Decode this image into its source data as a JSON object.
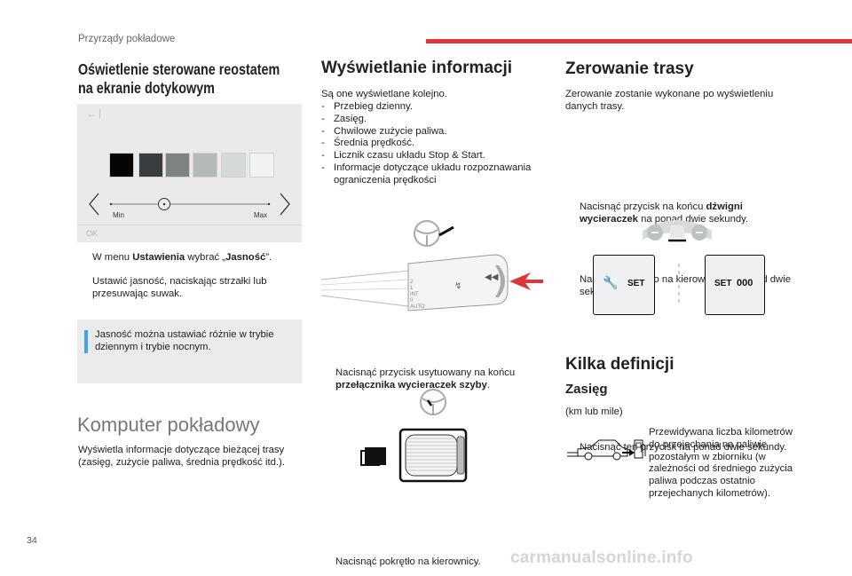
{
  "header": {
    "section": "Przyrządy pokładowe",
    "page_number": "34"
  },
  "col1": {
    "title_line1": "Oświetlenie sterowane reostatem",
    "title_line2": "na ekranie dotykowym",
    "screen": {
      "back_label": "←",
      "min_label": "Min",
      "max_label": "Max",
      "ok_label": "OK"
    },
    "bullets": [
      {
        "pre": "W menu ",
        "bold": "Ustawienia",
        "post": " wybrać „",
        "bold2": "Jasność",
        "post2": "”."
      },
      {
        "text": "Ustawić jasność, naciskając strzałki lub przesuwając suwak."
      }
    ],
    "note": "Jasność można ustawiać różnie w trybie dziennym i trybie nocnym.",
    "computer_title": "Komputer pokładowy",
    "computer_text": "Wyświetla informacje dotyczące bieżącej trasy (zasięg, zużycie paliwa, średnia prędkość itd.)."
  },
  "col2": {
    "title": "Wyświetlanie informacji",
    "intro": "Są one wyświetlane kolejno.",
    "items": [
      "Przebieg dzienny.",
      "Zasięg.",
      "Chwilowe zużycie paliwa.",
      "Średnia prędkość.",
      "Licznik czasu układu Stop & Start.",
      "Informacje dotyczące układu rozpoznawania ograniczenia prędkości"
    ],
    "bullet1_pre": "Nacisnąć przycisk usytuowany na końcu ",
    "bullet1_bold": "przełącznika wycieraczek szyby",
    "bullet1_post": ".",
    "bullet2": "Nacisnąć pokrętło na kierownicy."
  },
  "col3": {
    "title": "Zerowanie trasy",
    "intro": "Zerowanie zostanie wykonane po wyświetleniu danych trasy.",
    "bullet1_pre": "Nacisnąć przycisk na końcu ",
    "bullet1_bold": "dźwigni wycieraczek",
    "bullet1_post": " na ponad dwie sekundy.",
    "bullet2": "Nacisnąć pokrętło na kierownicy na ponad dwie sekundy.",
    "set_left": "SET",
    "set_right": "SET",
    "set_right_digits": "000",
    "bullet3": "Nacisnąć ten przycisk na ponad dwie sekundy.",
    "defs_title": "Kilka definicji",
    "range_title": "Zasięg",
    "range_unit": "(km lub mile)",
    "range_text": "Przewidywana liczba kilometrów do przejechania na paliwie pozostałym w zbiorniku (w zależności od średniego zużycia paliwa podczas ostatnio przejechanych kilometrów)."
  },
  "bullet_glyph": "",
  "accent_color": "#e0333a",
  "note_color": "#3fa7e0",
  "watermark": "carmanualsonline.info"
}
